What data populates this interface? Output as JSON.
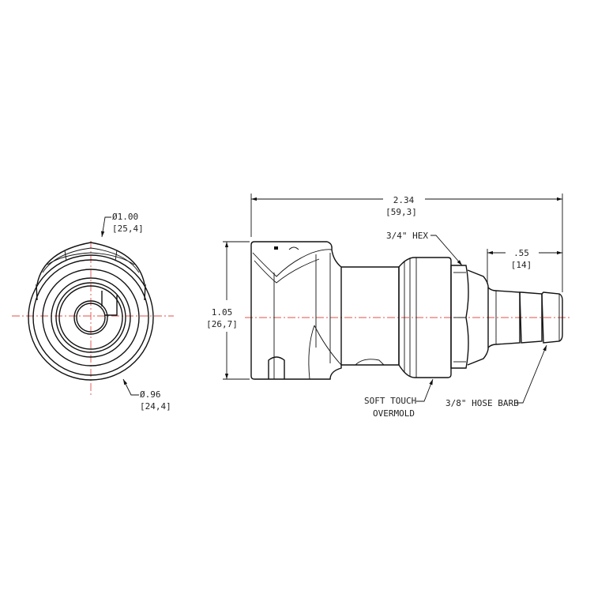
{
  "end_view": {
    "outer_dia": {
      "inch": "Ø1.00",
      "mm": "[25,4]"
    },
    "inner_dia": {
      "inch": "Ø.96",
      "mm": "[24,4]"
    }
  },
  "side_view": {
    "overall_length": {
      "inch": "2.34",
      "mm": "[59,3]"
    },
    "height": {
      "inch": "1.05",
      "mm": "[26,7]"
    },
    "barb_length": {
      "inch": ".55",
      "mm": "[14]"
    },
    "callouts": {
      "hex": "3/4\" HEX",
      "overmold_line1": "SOFT TOUCH",
      "overmold_line2": "OVERMOLD",
      "barb": "3/8\" HOSE BARB"
    }
  },
  "colors": {
    "centerline": "#e0504a",
    "linework": "#111111"
  }
}
